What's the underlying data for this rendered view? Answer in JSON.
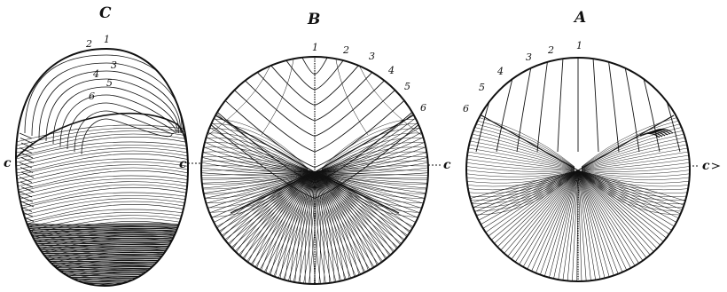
{
  "figures": [
    {
      "id": "C",
      "title": "C",
      "numbers": [
        "2",
        "1",
        "3",
        "4",
        "5",
        "6"
      ],
      "axis_left": "c",
      "axis_right": "c"
    },
    {
      "id": "B",
      "title": "B",
      "numbers": [
        "1",
        "2",
        "3",
        "4",
        "5",
        "6"
      ],
      "axis_right": "c"
    },
    {
      "id": "A",
      "title": "A",
      "numbers": [
        "1",
        "2",
        "3",
        "4",
        "5",
        "6"
      ],
      "axis_right": "c"
    }
  ],
  "colors": {
    "ink": "#111111",
    "background": "#ffffff"
  }
}
